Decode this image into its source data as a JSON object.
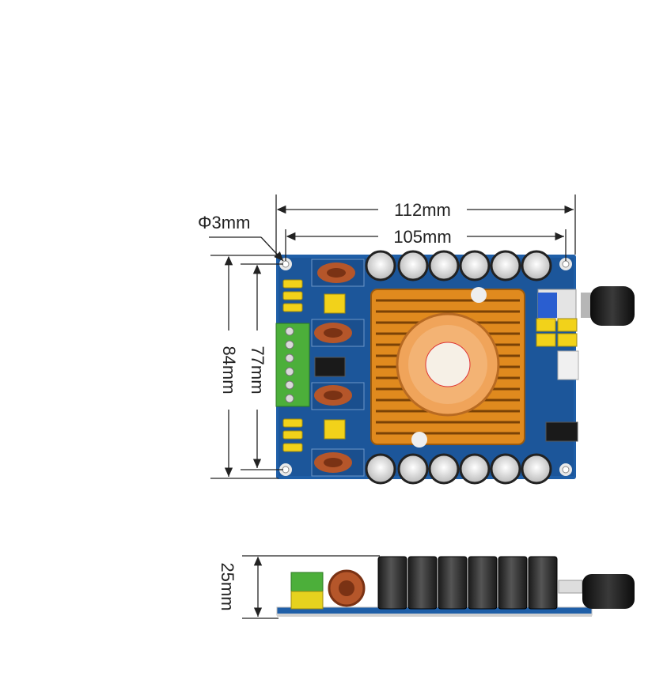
{
  "dimensions": {
    "hole_diameter": "Φ3mm",
    "overall_width": "112mm",
    "hole_spacing_width": "105mm",
    "overall_height": "84mm",
    "hole_spacing_height": "77mm",
    "side_height": "25mm"
  },
  "colors": {
    "pcb": "#1f5fa8",
    "pcb_dark": "#16467e",
    "heatsink": "#e08a1e",
    "capacitor": "#2a2a2a",
    "capacitor_top": "#d8d8d8",
    "terminal": "#4caf3a",
    "film_cap": "#f2d21a",
    "knob": "#161616",
    "inductor": "#b5562a"
  }
}
